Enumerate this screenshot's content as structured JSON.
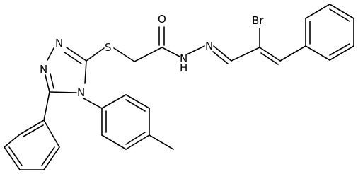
{
  "diagram": {
    "type": "chemical-structure",
    "atom_labels": {
      "sulfur": "S",
      "oxygen": "O",
      "hydrazide_nh": "N",
      "hydrazide_h": "H",
      "imine_n": "N",
      "bromine": "Br",
      "triazole_n1": "N",
      "triazole_n2": "N",
      "triazole_n4": "N"
    },
    "colors": {
      "bond": "#000000",
      "background": "#ffffff"
    }
  }
}
